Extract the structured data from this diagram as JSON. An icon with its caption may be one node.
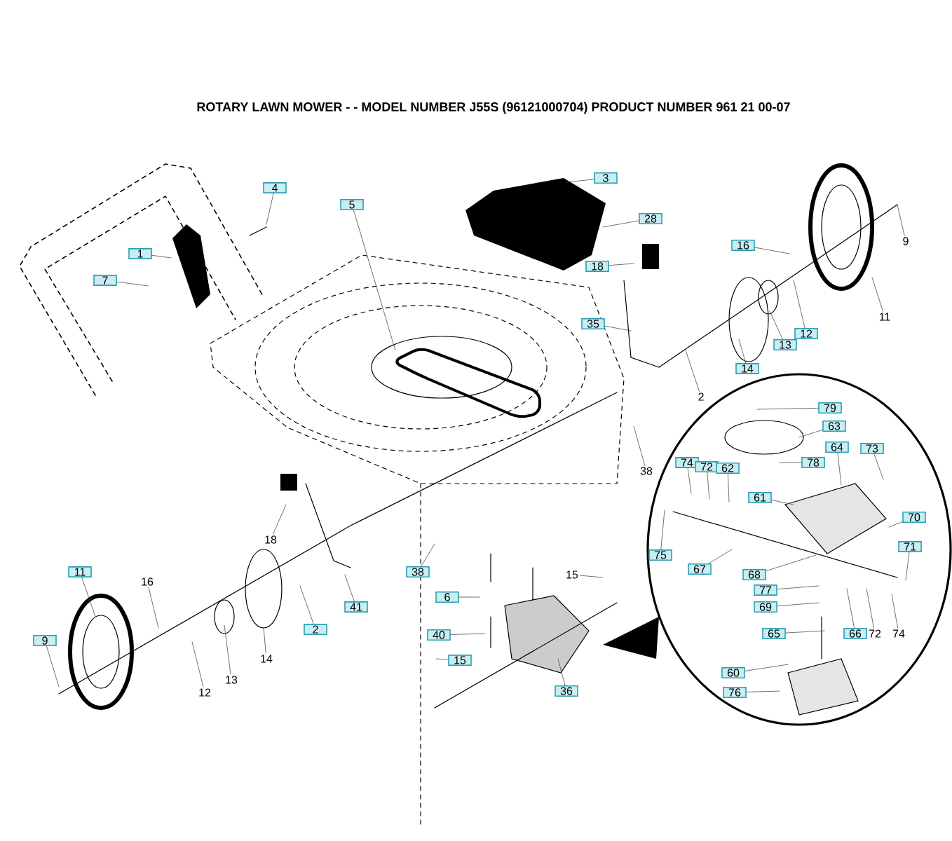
{
  "diagram": {
    "title": "ROTARY LAWN MOWER - - MODEL NUMBER  J55S  (96121000704) PRODUCT NUMBER 961 21 00-07",
    "nodes": [
      {
        "text": [
          "4"
        ]
      },
      {
        "text": [
          "1"
        ]
      },
      {
        "text": [
          "7"
        ]
      },
      {
        "text": [
          "5"
        ]
      },
      {
        "text": [
          "3"
        ]
      },
      {
        "text": [
          "28"
        ]
      },
      {
        "text": [
          "18"
        ]
      },
      {
        "text": [
          "16"
        ]
      },
      {
        "text": [
          "9"
        ]
      },
      {
        "text": [
          "11"
        ]
      },
      {
        "text": [
          "12"
        ]
      },
      {
        "text": [
          "13"
        ]
      },
      {
        "text": [
          "14"
        ]
      },
      {
        "text": [
          "35"
        ]
      },
      {
        "text": [
          "2"
        ]
      },
      {
        "text": [
          "38"
        ]
      },
      {
        "text": [
          "79"
        ]
      },
      {
        "text": [
          "63"
        ]
      },
      {
        "text": [
          "64"
        ]
      },
      {
        "text": [
          "73"
        ]
      },
      {
        "text": [
          "78"
        ]
      },
      {
        "text": [
          "74"
        ]
      },
      {
        "text": [
          "72"
        ]
      },
      {
        "text": [
          "62"
        ]
      },
      {
        "text": [
          "61"
        ]
      },
      {
        "text": [
          "70"
        ]
      },
      {
        "text": [
          "71"
        ]
      },
      {
        "text": [
          "75"
        ]
      },
      {
        "text": [
          "67"
        ]
      },
      {
        "text": [
          "68"
        ]
      },
      {
        "text": [
          "77"
        ]
      },
      {
        "text": [
          "69"
        ]
      },
      {
        "text": [
          "65"
        ]
      },
      {
        "text": [
          "66"
        ]
      },
      {
        "text": [
          "72"
        ]
      },
      {
        "text": [
          "74"
        ]
      },
      {
        "text": [
          "60"
        ]
      },
      {
        "text": [
          "76"
        ]
      },
      {
        "text": [
          "18"
        ]
      },
      {
        "text": [
          "41"
        ]
      },
      {
        "text": [
          "2"
        ]
      },
      {
        "text": [
          "14"
        ]
      },
      {
        "text": [
          "13"
        ]
      },
      {
        "text": [
          "12"
        ]
      },
      {
        "text": [
          "16"
        ]
      },
      {
        "text": [
          "11"
        ]
      },
      {
        "text": [
          "9"
        ]
      },
      {
        "text": [
          "38"
        ]
      },
      {
        "text": [
          "6"
        ]
      },
      {
        "text": [
          "40"
        ]
      },
      {
        "text": [
          "15"
        ]
      },
      {
        "text": [
          "15"
        ]
      },
      {
        "text": [
          "36"
        ]
      }
    ],
    "edges": [
      {
        "from": 0,
        "to": null,
        "arrow": "none"
      },
      {
        "from": 1,
        "to": null,
        "arrow": "none"
      },
      {
        "from": 2,
        "to": null,
        "arrow": "none"
      },
      {
        "from": 3,
        "to": null,
        "arrow": "none"
      },
      {
        "from": 4,
        "to": null,
        "arrow": "none"
      },
      {
        "from": 5,
        "to": null,
        "arrow": "none"
      },
      {
        "from": 6,
        "to": null,
        "arrow": "none"
      },
      {
        "from": 7,
        "to": null,
        "arrow": "none"
      },
      {
        "from": 8,
        "to": null,
        "arrow": "none"
      },
      {
        "from": 9,
        "to": null,
        "arrow": "none"
      },
      {
        "from": 10,
        "to": null,
        "arrow": "none"
      },
      {
        "from": 11,
        "to": null,
        "arrow": "none"
      },
      {
        "from": 12,
        "to": null,
        "arrow": "none"
      },
      {
        "from": 13,
        "to": null,
        "arrow": "none"
      },
      {
        "from": 14,
        "to": null,
        "arrow": "none"
      },
      {
        "from": 15,
        "to": null,
        "arrow": "none"
      },
      {
        "from": 16,
        "to": null,
        "arrow": "none"
      },
      {
        "from": 17,
        "to": null,
        "arrow": "none"
      },
      {
        "from": 18,
        "to": null,
        "arrow": "none"
      },
      {
        "from": 19,
        "to": null,
        "arrow": "none"
      },
      {
        "from": 20,
        "to": null,
        "arrow": "none"
      },
      {
        "from": 21,
        "to": null,
        "arrow": "none"
      },
      {
        "from": 22,
        "to": null,
        "arrow": "none"
      },
      {
        "from": 23,
        "to": null,
        "arrow": "none"
      },
      {
        "from": 24,
        "to": null,
        "arrow": "none"
      },
      {
        "from": 25,
        "to": null,
        "arrow": "none"
      },
      {
        "from": 26,
        "to": null,
        "arrow": "none"
      },
      {
        "from": 27,
        "to": null,
        "arrow": "none"
      },
      {
        "from": 28,
        "to": null,
        "arrow": "none"
      },
      {
        "from": 29,
        "to": null,
        "arrow": "none"
      },
      {
        "from": 30,
        "to": null,
        "arrow": "none"
      },
      {
        "from": 31,
        "to": null,
        "arrow": "none"
      },
      {
        "from": 32,
        "to": null,
        "arrow": "none"
      },
      {
        "from": 33,
        "to": null,
        "arrow": "none"
      },
      {
        "from": 34,
        "to": null,
        "arrow": "none"
      },
      {
        "from": 35,
        "to": null,
        "arrow": "none"
      },
      {
        "from": 36,
        "to": null,
        "arrow": "none"
      },
      {
        "from": 37,
        "to": null,
        "arrow": "none"
      },
      {
        "from": 38,
        "to": null,
        "arrow": "none"
      },
      {
        "from": 39,
        "to": null,
        "arrow": "none"
      },
      {
        "from": 40,
        "to": null,
        "arrow": "none"
      },
      {
        "from": 41,
        "to": null,
        "arrow": "none"
      },
      {
        "from": 42,
        "to": null,
        "arrow": "none"
      },
      {
        "from": 43,
        "to": null,
        "arrow": "none"
      },
      {
        "from": 44,
        "to": null,
        "arrow": "none"
      },
      {
        "from": 45,
        "to": null,
        "arrow": "none"
      },
      {
        "from": 46,
        "to": null,
        "arrow": "none"
      },
      {
        "from": 47,
        "to": null,
        "arrow": "none"
      },
      {
        "from": 48,
        "to": null,
        "arrow": "none"
      },
      {
        "from": 49,
        "to": null,
        "arrow": "none"
      },
      {
        "from": 50,
        "to": null,
        "arrow": "none"
      },
      {
        "from": 51,
        "to": null,
        "arrow": "none"
      },
      {
        "from": 52,
        "to": null,
        "arrow": "none"
      }
    ]
  }
}
